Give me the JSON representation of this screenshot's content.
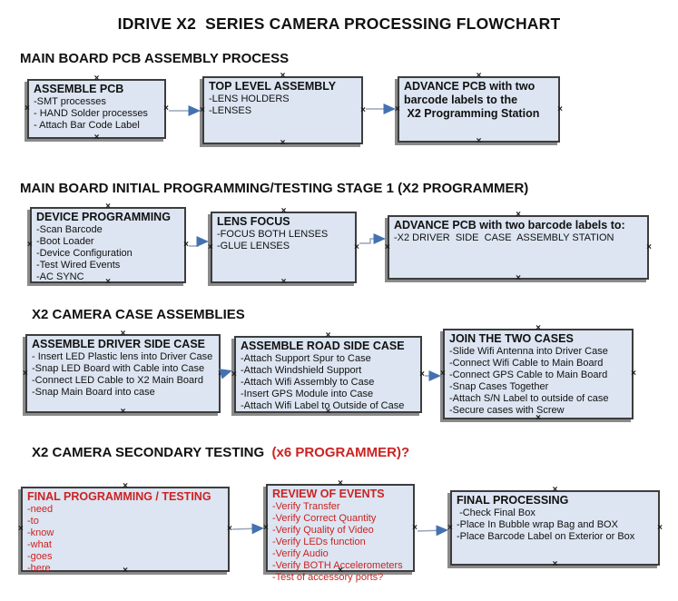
{
  "title": "IDRIVE X2  SERIES CAMERA PROCESSING FLOWCHART",
  "colors": {
    "box_fill": "#dce5f1",
    "box_border": "#3d3d3d",
    "box_shadow": "#8a8a8a",
    "arrow_line": "#96a5ba",
    "arrow_head": "#4472b0",
    "red_text": "#cc2222"
  },
  "sections": [
    {
      "heading": "MAIN BOARD PCB ASSEMBLY PROCESS",
      "heading_red": "",
      "boxes": [
        {
          "title": "ASSEMBLE PCB",
          "items": [
            "-SMT processes",
            "- HAND Solder processes",
            "- Attach Bar Code Label"
          ]
        },
        {
          "title": "TOP LEVEL ASSEMBLY",
          "items": [
            "-LENS HOLDERS",
            "-LENSES"
          ]
        },
        {
          "title": "ADVANCE PCB with two\nbarcode labels to the\n X2 Programming Station",
          "items": []
        }
      ]
    },
    {
      "heading": "MAIN BOARD INITIAL PROGRAMMING/TESTING STAGE 1 (X2 PROGRAMMER)",
      "heading_red": "",
      "boxes": [
        {
          "title": "DEVICE PROGRAMMING",
          "items": [
            "-Scan Barcode",
            "-Boot Loader",
            "-Device Configuration",
            "-Test Wired Events",
            "-AC SYNC"
          ]
        },
        {
          "title": "LENS FOCUS",
          "items": [
            "-FOCUS BOTH LENSES",
            "-GLUE LENSES"
          ]
        },
        {
          "title": "ADVANCE PCB with two barcode labels to:",
          "items": [
            "-X2 DRIVER  SIDE  CASE  ASSEMBLY STATION"
          ]
        }
      ]
    },
    {
      "heading": "X2 CAMERA CASE ASSEMBLIES",
      "heading_red": "",
      "boxes": [
        {
          "title": "ASSEMBLE DRIVER SIDE CASE",
          "items": [
            "- Insert LED Plastic lens into Driver Case",
            "-Snap LED Board with Cable into Case",
            "-Connect LED Cable to X2 Main Board",
            "-Snap Main Board into case"
          ]
        },
        {
          "title": "ASSEMBLE ROAD SIDE CASE",
          "items": [
            "-Attach Support Spur to Case",
            "-Attach Windshield Support",
            "-Attach Wifi Assembly to Case",
            "-Insert GPS Module into Case",
            "-Attach Wifi Label to Outside of Case"
          ]
        },
        {
          "title": "JOIN THE TWO CASES",
          "items": [
            "-Slide Wifi Antenna into Driver Case",
            "-Connect Wifi Cable to Main Board",
            "-Connect GPS Cable to Main Board",
            "-Snap Cases Together",
            "-Attach S/N Label to outside of case",
            "-Secure cases with Screw"
          ]
        }
      ]
    },
    {
      "heading": "X2 CAMERA SECONDARY TESTING ",
      "heading_red": " (x6 PROGRAMMER)?",
      "boxes": [
        {
          "title": "FINAL PROGRAMMING / TESTING",
          "items": [
            "-need",
            "-to",
            "-know",
            "-what",
            "-goes",
            "-here"
          ]
        },
        {
          "title": "REVIEW OF EVENTS",
          "items": [
            "-Verify Transfer",
            "-Verify Correct Quantity",
            "-Verify Quality of Video",
            "-Verify LEDs function",
            "-Verify Audio",
            "-Verify BOTH Accelerometers",
            "-Test of accessory ports?"
          ]
        },
        {
          "title": "FINAL PROCESSING",
          "items": [
            " -Check Final Box",
            "-Place In Bubble wrap Bag and BOX",
            "-Place Barcode Label on Exterior or Box"
          ]
        }
      ]
    }
  ]
}
